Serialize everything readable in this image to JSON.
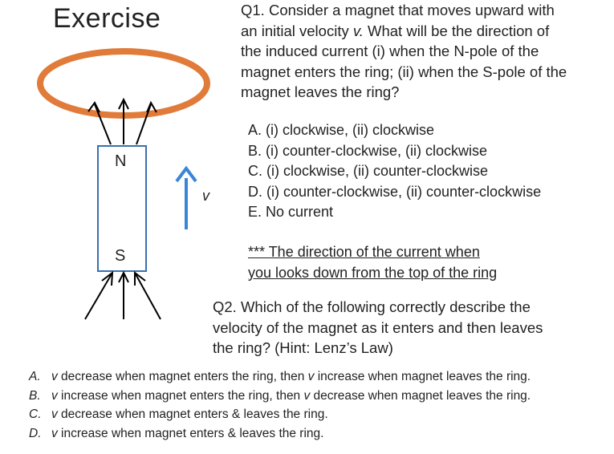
{
  "title": "Exercise",
  "q1": {
    "line1": "Q1. Consider a magnet that moves  upward with",
    "line2_pre": "an initial velocity ",
    "line2_v": "v.",
    "line2_post": " What will be the direction of",
    "line3": "the induced current (i) when the N-pole of the",
    "line4": "magnet enters the ring; (ii) when the S-pole of the",
    "line5": "magnet leaves the ring?"
  },
  "q1_options": [
    "A.  (i) clockwise,  (ii) clockwise",
    "B.  (i) counter-clockwise, (ii) clockwise",
    "C.  (i) clockwise,    (ii) counter-clockwise",
    "D.  (i) counter-clockwise, (ii) counter-clockwise",
    "E.  No current"
  ],
  "note": {
    "line1": "*** The direction of the current when",
    "line2": "you looks down from the top of the ring"
  },
  "q2": {
    "line1": "Q2. Which of the following correctly describe the",
    "line2": "velocity of the magnet as it enters and then leaves",
    "line3": "the ring? (Hint: Lenz’s Law)"
  },
  "q2_options": [
    {
      "letter": "A.",
      "v1": "v",
      "t1": " decrease when magnet enters the ring, then ",
      "v2": "v",
      "t2": " increase when magnet leaves the ring."
    },
    {
      "letter": "B.",
      "v1": "v",
      "t1": " increase when magnet enters the ring, then ",
      "v2": "v",
      "t2": " decrease when magnet leaves the ring."
    },
    {
      "letter": "C.",
      "v1": "v",
      "t1": " decrease when magnet enters & leaves the ring.",
      "v2": "",
      "t2": ""
    },
    {
      "letter": "D.",
      "v1": "v",
      "t1": " increase when magnet enters & leaves the ring.",
      "v2": "",
      "t2": ""
    }
  ],
  "figure": {
    "north_label": "N",
    "south_label": "S",
    "velocity_label": "v",
    "ring_color": "#e07b39",
    "arrow_color": "#3a86d6"
  }
}
